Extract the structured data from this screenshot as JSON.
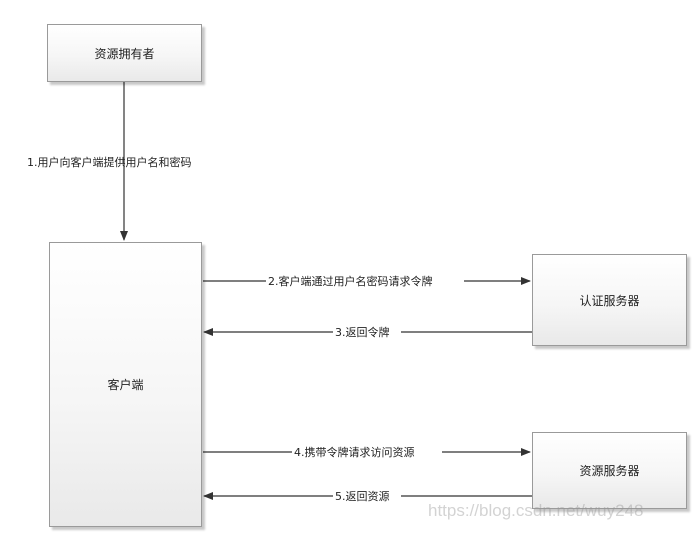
{
  "nodes": {
    "resource_owner": "资源拥有者",
    "client": "客户端",
    "auth_server": "认证服务器",
    "resource_server": "资源服务器"
  },
  "edges": {
    "e1": "1.用户向客户端提供用户名和密码",
    "e2": "2.客户端通过用户名密码请求令牌",
    "e3": "3.返回令牌",
    "e4": "4.携带令牌请求访问资源",
    "e5": "5.返回资源"
  },
  "watermark": "https://blog.csdn.net/wuy248"
}
